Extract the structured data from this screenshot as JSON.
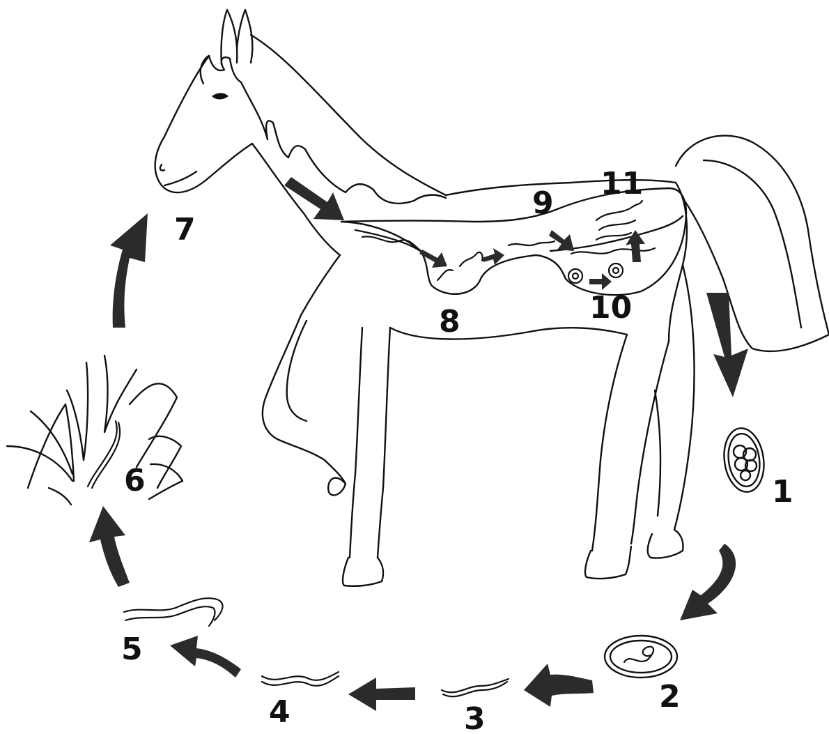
{
  "diagram": {
    "subject": "horse",
    "stage_labels": [
      "1",
      "2",
      "3",
      "4",
      "5",
      "6",
      "7",
      "8",
      "9",
      "10",
      "11"
    ],
    "colors": {
      "ink": "#111111",
      "arrow": "#2b2b2b",
      "background": "#ffffff"
    }
  }
}
